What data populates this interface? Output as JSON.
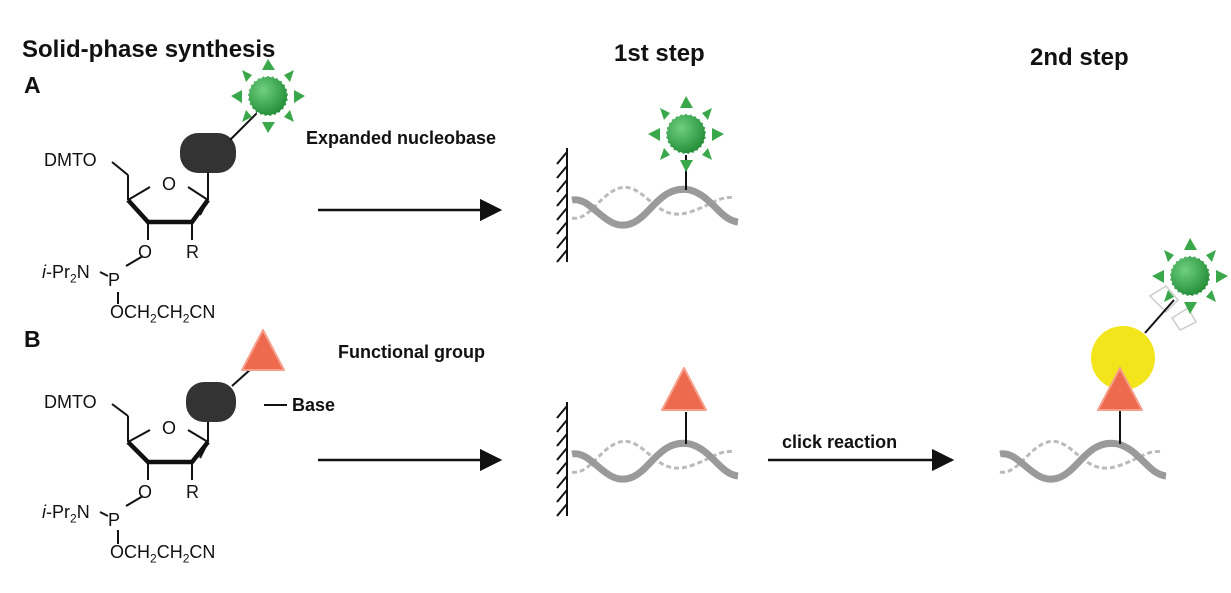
{
  "headings": {
    "solid_phase": "Solid-phase synthesis",
    "step1": "1st step",
    "step2": "2nd step"
  },
  "panels": {
    "a": {
      "letter": "A",
      "reagent_label": "Expanded nucleobase"
    },
    "b": {
      "letter": "B",
      "reagent_label": "Functional group",
      "base_label": "Base",
      "reaction_label": "click reaction"
    }
  },
  "chem": {
    "dmto": "DMTO",
    "ring_o": "O",
    "r": "R",
    "amine_prefix": "i",
    "amine_rest": "-Pr",
    "amine_sub": "2",
    "amine_n": "N",
    "phos": "P",
    "o_link": "O",
    "cyano_o": "O",
    "cyano_ch2a": "CH",
    "cyano_sub1": "2",
    "cyano_ch2b": "CH",
    "cyano_sub2": "2",
    "cyano_cn": "CN"
  },
  "colors": {
    "dye_green": "#2e9e44",
    "dye_ray": "#3aa84a",
    "triangle": "#ee6a4e",
    "yellow": "#f2e51b",
    "nucleobase": "#333333",
    "strand": "#9a9a9a"
  }
}
